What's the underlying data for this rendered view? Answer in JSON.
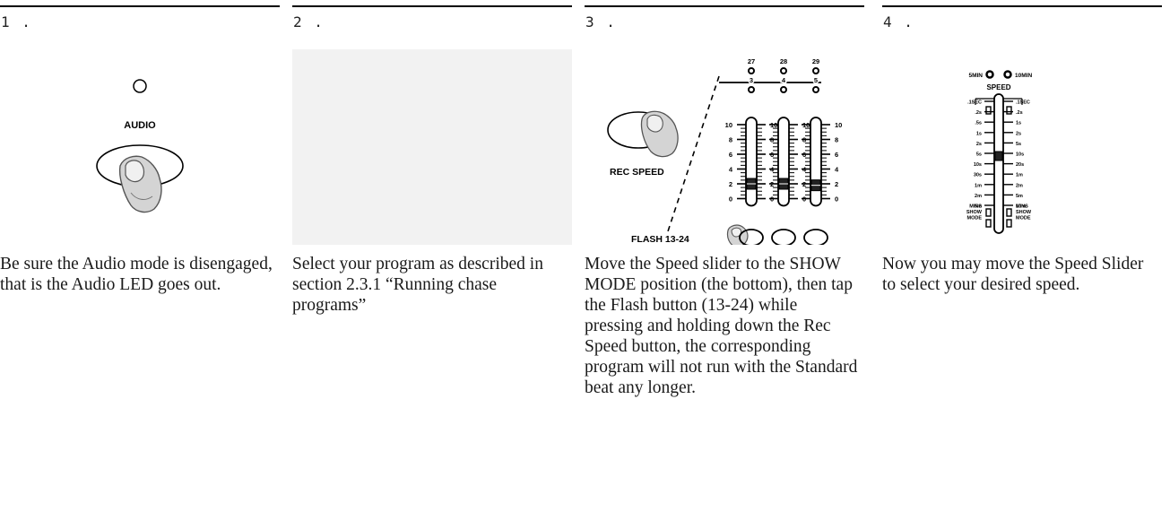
{
  "steps": [
    {
      "number": "1 .",
      "label": "AUDIO",
      "text": "Be sure the Audio mode is disengaged, that is the Audio LED goes out."
    },
    {
      "number": "2 .",
      "text": "Select your program as described in section 2.3.1 “Running chase programs”"
    },
    {
      "number": "3 .",
      "top_numbers": [
        "27",
        "28",
        "29"
      ],
      "sub_numbers": [
        "3",
        "4",
        "5"
      ],
      "scale_labels": [
        "10",
        "8",
        "6",
        "4",
        "2",
        "0"
      ],
      "rec_speed_label": "REC SPEED",
      "flash_label": "FLASH 13-24",
      "text": "Move the Speed slider to the SHOW MODE position (the bottom), then tap the Flash button (13-24) while pressing and holding down the Rec Speed button, the corresponding program will not run with the Standard beat any longer."
    },
    {
      "number": "4 .",
      "led_left": "5MIN",
      "led_right": "10MIN",
      "speed_label": "SPEED",
      "scale_left": [
        ".1SEC",
        ".2s",
        ".5s",
        "1s",
        "2s",
        "5s",
        "10s",
        "30s",
        "1m",
        "2m",
        "5m",
        "MINS",
        "SHOW",
        "MODE"
      ],
      "scale_right": [
        ".1SEC",
        ".2s",
        "1s",
        "2s",
        "5s",
        "10s",
        "20s",
        "1m",
        "2m",
        "5m",
        "10m",
        "MINS",
        "SHOW",
        "MODE"
      ],
      "text": "Now you may move the Speed Slider to select your desired speed."
    }
  ]
}
